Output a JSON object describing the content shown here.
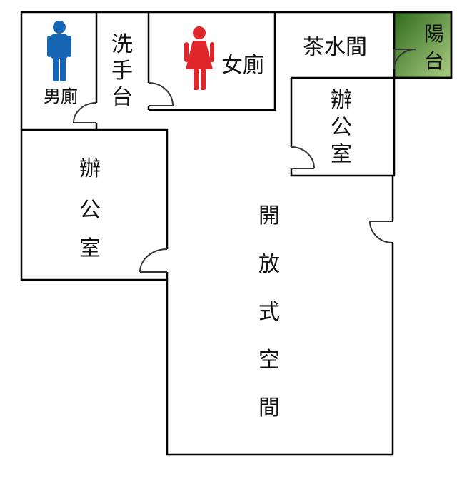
{
  "rooms": {
    "mens_toilet": {
      "label": "男廁"
    },
    "washbasin": {
      "label": [
        "洗",
        "手",
        "台"
      ]
    },
    "womens_toilet": {
      "label": "女廁"
    },
    "pantry": {
      "label": "茶水間"
    },
    "balcony": {
      "label": [
        "陽",
        "台"
      ]
    },
    "office_right": {
      "label": [
        "辦",
        "公",
        "室"
      ]
    },
    "office_left": {
      "label": [
        "辦",
        "公",
        "室"
      ]
    },
    "open_space": {
      "label": [
        "開",
        "放",
        "式",
        "空",
        "間"
      ]
    }
  },
  "colors": {
    "wall": "#000000",
    "men_icon": "#1565b4",
    "women_icon": "#e0262b",
    "balcony_dark": "#2e6b1e",
    "balcony_light": "#a9cc82",
    "door": "#333333"
  },
  "icons": {
    "men": "male-person-icon",
    "women": "female-person-icon"
  }
}
